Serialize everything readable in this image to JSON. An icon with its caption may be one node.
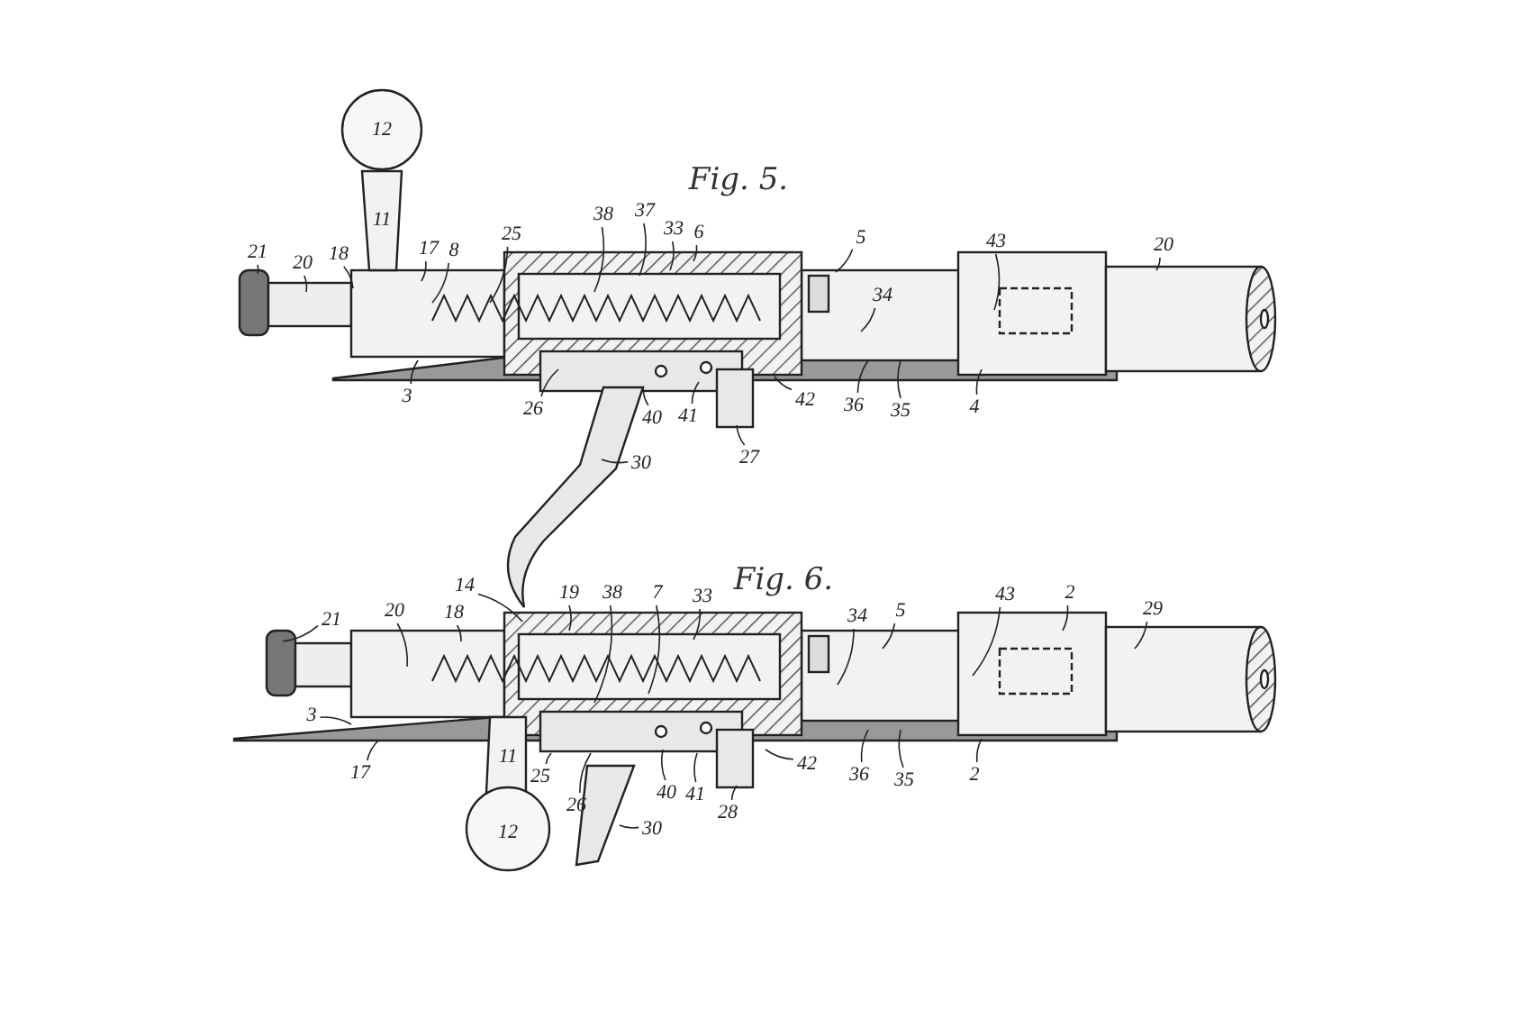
{
  "diagram": {
    "nodes": [
      {
        "text": [
          "21"
        ]
      },
      {
        "text": [
          "20"
        ]
      },
      {
        "text": [
          "18"
        ]
      },
      {
        "text": [
          "17"
        ]
      },
      {
        "text": [
          "8"
        ]
      },
      {
        "text": [
          "25"
        ]
      },
      {
        "text": [
          "38"
        ]
      },
      {
        "text": [
          "37"
        ]
      },
      {
        "text": [
          "33"
        ]
      },
      {
        "text": [
          "6"
        ]
      },
      {
        "text": [
          "5"
        ]
      },
      {
        "text": [
          "34"
        ]
      },
      {
        "text": [
          "43"
        ]
      },
      {
        "text": [
          "20"
        ]
      },
      {
        "text": [
          "3"
        ]
      },
      {
        "text": [
          "26"
        ]
      },
      {
        "text": [
          "40"
        ]
      },
      {
        "text": [
          "41"
        ]
      },
      {
        "text": [
          "27"
        ]
      },
      {
        "text": [
          "42"
        ]
      },
      {
        "text": [
          "36"
        ]
      },
      {
        "text": [
          "35"
        ]
      },
      {
        "text": [
          "4"
        ]
      },
      {
        "text": [
          "30"
        ]
      },
      {
        "text": [
          "14"
        ]
      },
      {
        "text": [
          "19"
        ]
      },
      {
        "text": [
          "38"
        ]
      },
      {
        "text": [
          "7"
        ]
      },
      {
        "text": [
          "33"
        ]
      },
      {
        "text": [
          "18"
        ]
      },
      {
        "text": [
          "21"
        ]
      },
      {
        "text": [
          "20"
        ]
      },
      {
        "text": [
          "34"
        ]
      },
      {
        "text": [
          "5"
        ]
      },
      {
        "text": [
          "43"
        ]
      },
      {
        "text": [
          "2"
        ]
      },
      {
        "text": [
          "29"
        ]
      },
      {
        "text": [
          "3"
        ]
      },
      {
        "text": [
          "17"
        ]
      },
      {
        "text": [
          "25"
        ]
      },
      {
        "text": [
          "26"
        ]
      },
      {
        "text": [
          "40"
        ]
      },
      {
        "text": [
          "41"
        ]
      },
      {
        "text": [
          "28"
        ]
      },
      {
        "text": [
          "30"
        ]
      },
      {
        "text": [
          "42"
        ]
      },
      {
        "text": [
          "36"
        ]
      },
      {
        "text": [
          "35"
        ]
      },
      {
        "text": [
          "2"
        ]
      }
    ],
    "edges": [
      {
        "from": 0,
        "to": null,
        "arrow": "none"
      },
      {
        "from": 1,
        "to": null,
        "arrow": "none"
      },
      {
        "from": 2,
        "to": null,
        "arrow": "none"
      },
      {
        "from": 3,
        "to": null,
        "arrow": "none"
      },
      {
        "from": 4,
        "to": null,
        "arrow": "none"
      },
      {
        "from": 5,
        "to": null,
        "arrow": "none"
      },
      {
        "from": 6,
        "to": null,
        "arrow": "none"
      },
      {
        "from": 7,
        "to": null,
        "arrow": "none"
      },
      {
        "from": 8,
        "to": null,
        "arrow": "none"
      },
      {
        "from": 9,
        "to": null,
        "arrow": "none"
      },
      {
        "from": 10,
        "to": null,
        "arrow": "none"
      },
      {
        "from": 11,
        "to": null,
        "arrow": "none"
      },
      {
        "from": 12,
        "to": null,
        "arrow": "none"
      },
      {
        "from": 13,
        "to": null,
        "arrow": "none"
      },
      {
        "from": 14,
        "to": null,
        "arrow": "none"
      },
      {
        "from": 15,
        "to": null,
        "arrow": "none"
      },
      {
        "from": 16,
        "to": null,
        "arrow": "none"
      },
      {
        "from": 17,
        "to": null,
        "arrow": "none"
      },
      {
        "from": 18,
        "to": null,
        "arrow": "none"
      },
      {
        "from": 19,
        "to": null,
        "arrow": "none"
      },
      {
        "from": 20,
        "to": null,
        "arrow": "none"
      },
      {
        "from": 21,
        "to": null,
        "arrow": "none"
      },
      {
        "from": 22,
        "to": null,
        "arrow": "none"
      },
      {
        "from": 23,
        "to": null,
        "arrow": "none"
      },
      {
        "from": 24,
        "to": null,
        "arrow": "none"
      },
      {
        "from": 25,
        "to": null,
        "arrow": "none"
      },
      {
        "from": 26,
        "to": null,
        "arrow": "none"
      },
      {
        "from": 27,
        "to": null,
        "arrow": "none"
      },
      {
        "from": 28,
        "to": null,
        "arrow": "none"
      },
      {
        "from": 29,
        "to": null,
        "arrow": "none"
      },
      {
        "from": 30,
        "to": null,
        "arrow": "none"
      },
      {
        "from": 31,
        "to": null,
        "arrow": "none"
      },
      {
        "from": 32,
        "to": null,
        "arrow": "none"
      },
      {
        "from": 33,
        "to": null,
        "arrow": "none"
      },
      {
        "from": 34,
        "to": null,
        "arrow": "none"
      },
      {
        "from": 35,
        "to": null,
        "arrow": "none"
      },
      {
        "from": 36,
        "to": null,
        "arrow": "none"
      },
      {
        "from": 37,
        "to": null,
        "arrow": "none"
      },
      {
        "from": 38,
        "to": null,
        "arrow": "none"
      },
      {
        "from": 39,
        "to": null,
        "arrow": "none"
      },
      {
        "from": 40,
        "to": null,
        "arrow": "none"
      },
      {
        "from": 41,
        "to": null,
        "arrow": "none"
      },
      {
        "from": 42,
        "to": null,
        "arrow": "none"
      },
      {
        "from": 43,
        "to": null,
        "arrow": "none"
      },
      {
        "from": 44,
        "to": null,
        "arrow": "none"
      },
      {
        "from": 45,
        "to": null,
        "arrow": "none"
      },
      {
        "from": 46,
        "to": null,
        "arrow": "none"
      },
      {
        "from": 47,
        "to": null,
        "arrow": "none"
      },
      {
        "from": 48,
        "to": null,
        "arrow": "none"
      }
    ],
    "labels": [
      "Fig. 5.",
      "12",
      "11",
      "Fig. 6.",
      "11",
      "12"
    ]
  }
}
